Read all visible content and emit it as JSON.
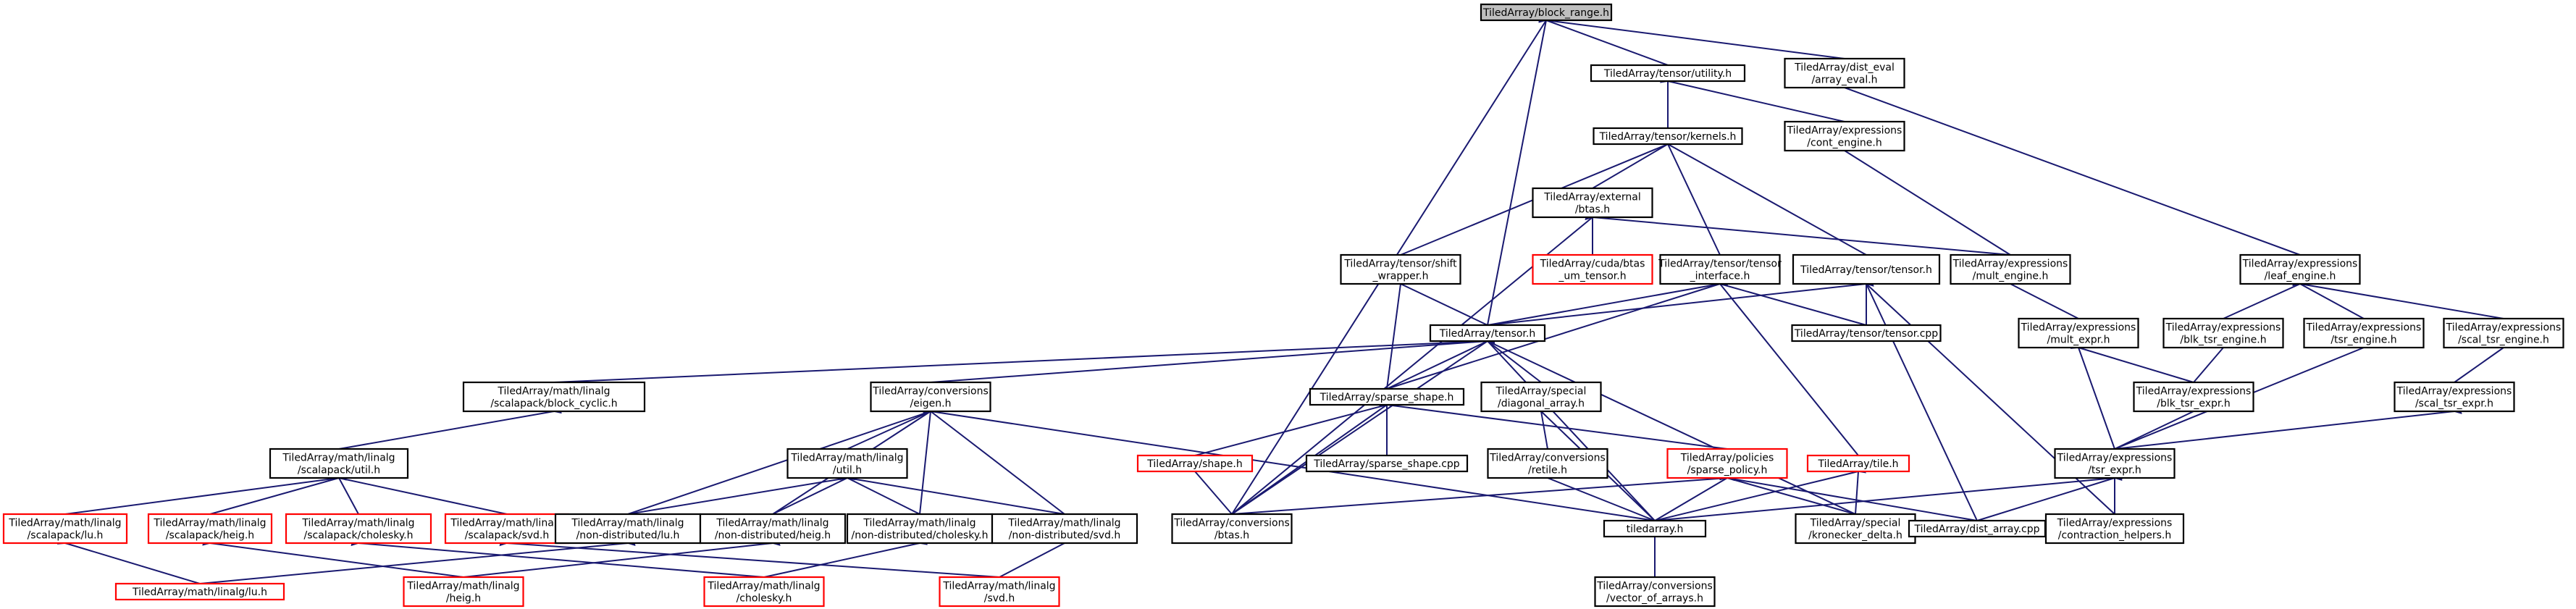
{
  "colors": {
    "edge": "#191970",
    "node_border": "#000000",
    "truncated_border": "#ff0000",
    "root_fill": "#bfbfbf",
    "background": "#ffffff"
  },
  "nodes": [
    {
      "id": "block_range",
      "lines": [
        "TiledArray/block_range.h"
      ],
      "style": "root"
    },
    {
      "id": "tensor_utility",
      "lines": [
        "TiledArray/tensor/utility.h"
      ],
      "style": "normal"
    },
    {
      "id": "dist_eval_array_eval",
      "lines": [
        "TiledArray/dist_eval",
        "/array_eval.h"
      ],
      "style": "normal"
    },
    {
      "id": "tensor_kernels",
      "lines": [
        "TiledArray/tensor/kernels.h"
      ],
      "style": "normal"
    },
    {
      "id": "expr_cont_engine",
      "lines": [
        "TiledArray/expressions",
        "/cont_engine.h"
      ],
      "style": "normal"
    },
    {
      "id": "external_btas",
      "lines": [
        "TiledArray/external",
        "/btas.h"
      ],
      "style": "normal"
    },
    {
      "id": "cuda_btas",
      "lines": [
        "TiledArray/cuda/btas",
        "_um_tensor.h"
      ],
      "style": "truncated"
    },
    {
      "id": "tensor_shift_wrapper",
      "lines": [
        "TiledArray/tensor/shift",
        "_wrapper.h"
      ],
      "style": "normal"
    },
    {
      "id": "tensor_tensor_interface",
      "lines": [
        "TiledArray/tensor/tensor",
        "_interface.h"
      ],
      "style": "normal"
    },
    {
      "id": "tensor_tensor_h",
      "lines": [
        "TiledArray/tensor/tensor.h"
      ],
      "style": "normal"
    },
    {
      "id": "expr_mult_engine",
      "lines": [
        "TiledArray/expressions",
        "/mult_engine.h"
      ],
      "style": "normal"
    },
    {
      "id": "expr_leaf_engine",
      "lines": [
        "TiledArray/expressions",
        "/leaf_engine.h"
      ],
      "style": "normal"
    },
    {
      "id": "tensor_h",
      "lines": [
        "TiledArray/tensor.h"
      ],
      "style": "normal"
    },
    {
      "id": "tensor_cpp",
      "lines": [
        "TiledArray/tensor/tensor.cpp"
      ],
      "style": "normal"
    },
    {
      "id": "expr_mult_expr",
      "lines": [
        "TiledArray/expressions",
        "/mult_expr.h"
      ],
      "style": "normal"
    },
    {
      "id": "expr_blk_tsr_engine",
      "lines": [
        "TiledArray/expressions",
        "/blk_tsr_engine.h"
      ],
      "style": "normal"
    },
    {
      "id": "expr_tsr_engine",
      "lines": [
        "TiledArray/expressions",
        "/tsr_engine.h"
      ],
      "style": "normal"
    },
    {
      "id": "expr_scal_tsr_engine",
      "lines": [
        "TiledArray/expressions",
        "/scal_tsr_engine.h"
      ],
      "style": "normal"
    },
    {
      "id": "scalapack_block_cyclic",
      "lines": [
        "TiledArray/math/linalg",
        "/scalapack/block_cyclic.h"
      ],
      "style": "normal"
    },
    {
      "id": "conversions_eigen",
      "lines": [
        "TiledArray/conversions",
        "/eigen.h"
      ],
      "style": "normal"
    },
    {
      "id": "sparse_shape_h",
      "lines": [
        "TiledArray/sparse_shape.h"
      ],
      "style": "normal"
    },
    {
      "id": "special_diagonal_array",
      "lines": [
        "TiledArray/special",
        "/diagonal_array.h"
      ],
      "style": "normal"
    },
    {
      "id": "expr_blk_tsr_expr",
      "lines": [
        "TiledArray/expressions",
        "/blk_tsr_expr.h"
      ],
      "style": "normal"
    },
    {
      "id": "expr_scal_tsr_expr",
      "lines": [
        "TiledArray/expressions",
        "/scal_tsr_expr.h"
      ],
      "style": "normal"
    },
    {
      "id": "scalapack_util",
      "lines": [
        "TiledArray/math/linalg",
        "/scalapack/util.h"
      ],
      "style": "normal"
    },
    {
      "id": "linalg_util",
      "lines": [
        "TiledArray/math/linalg",
        "/util.h"
      ],
      "style": "normal"
    },
    {
      "id": "shape_h",
      "lines": [
        "TiledArray/shape.h"
      ],
      "style": "truncated"
    },
    {
      "id": "sparse_shape_cpp",
      "lines": [
        "TiledArray/sparse_shape.cpp"
      ],
      "style": "normal"
    },
    {
      "id": "conversions_retile",
      "lines": [
        "TiledArray/conversions",
        "/retile.h"
      ],
      "style": "normal"
    },
    {
      "id": "policies_sparse_policy",
      "lines": [
        "TiledArray/policies",
        "/sparse_policy.h"
      ],
      "style": "truncated"
    },
    {
      "id": "tile_h",
      "lines": [
        "TiledArray/tile.h"
      ],
      "style": "truncated"
    },
    {
      "id": "expr_tsr_expr",
      "lines": [
        "TiledArray/expressions",
        "/tsr_expr.h"
      ],
      "style": "normal"
    },
    {
      "id": "scalapack_lu",
      "lines": [
        "TiledArray/math/linalg",
        "/scalapack/lu.h"
      ],
      "style": "truncated"
    },
    {
      "id": "scalapack_heig",
      "lines": [
        "TiledArray/math/linalg",
        "/scalapack/heig.h"
      ],
      "style": "truncated"
    },
    {
      "id": "scalapack_cholesky",
      "lines": [
        "TiledArray/math/linalg",
        "/scalapack/cholesky.h"
      ],
      "style": "truncated"
    },
    {
      "id": "scalapack_svd",
      "lines": [
        "TiledArray/math/linalg",
        "/scalapack/svd.h"
      ],
      "style": "truncated"
    },
    {
      "id": "nondist_lu",
      "lines": [
        "TiledArray/math/linalg",
        "/non-distributed/lu.h"
      ],
      "style": "normal"
    },
    {
      "id": "nondist_heig",
      "lines": [
        "TiledArray/math/linalg",
        "/non-distributed/heig.h"
      ],
      "style": "normal"
    },
    {
      "id": "nondist_cholesky",
      "lines": [
        "TiledArray/math/linalg",
        "/non-distributed/cholesky.h"
      ],
      "style": "normal"
    },
    {
      "id": "nondist_svd",
      "lines": [
        "TiledArray/math/linalg",
        "/non-distributed/svd.h"
      ],
      "style": "normal"
    },
    {
      "id": "conversions_btas",
      "lines": [
        "TiledArray/conversions",
        "/btas.h"
      ],
      "style": "normal"
    },
    {
      "id": "tiledarray_h",
      "lines": [
        "tiledarray.h"
      ],
      "style": "normal"
    },
    {
      "id": "special_kronecker_delta",
      "lines": [
        "TiledArray/special",
        "/kronecker_delta.h"
      ],
      "style": "normal"
    },
    {
      "id": "dist_array_cpp",
      "lines": [
        "TiledArray/dist_array.cpp"
      ],
      "style": "normal"
    },
    {
      "id": "expr_contraction_helpers",
      "lines": [
        "TiledArray/expressions",
        "/contraction_helpers.h"
      ],
      "style": "normal"
    },
    {
      "id": "linalg_lu",
      "lines": [
        "TiledArray/math/linalg/lu.h"
      ],
      "style": "truncated"
    },
    {
      "id": "linalg_heig",
      "lines": [
        "TiledArray/math/linalg",
        "/heig.h"
      ],
      "style": "truncated"
    },
    {
      "id": "linalg_cholesky",
      "lines": [
        "TiledArray/math/linalg",
        "/cholesky.h"
      ],
      "style": "truncated"
    },
    {
      "id": "linalg_svd",
      "lines": [
        "TiledArray/math/linalg",
        "/svd.h"
      ],
      "style": "truncated"
    },
    {
      "id": "conversions_vector_of_arrays",
      "lines": [
        "TiledArray/conversions",
        "/vector_of_arrays.h"
      ],
      "style": "normal"
    }
  ],
  "edges": [
    [
      "block_range",
      "tensor_utility"
    ],
    [
      "block_range",
      "dist_eval_array_eval"
    ],
    [
      "block_range",
      "tensor_h"
    ],
    [
      "block_range",
      "conversions_btas"
    ],
    [
      "tensor_utility",
      "tensor_kernels"
    ],
    [
      "tensor_utility",
      "expr_cont_engine"
    ],
    [
      "dist_eval_array_eval",
      "expr_leaf_engine"
    ],
    [
      "tensor_kernels",
      "external_btas"
    ],
    [
      "tensor_kernels",
      "tensor_shift_wrapper"
    ],
    [
      "tensor_kernels",
      "tensor_tensor_interface"
    ],
    [
      "tensor_kernels",
      "tensor_tensor_h"
    ],
    [
      "expr_cont_engine",
      "expr_mult_engine"
    ],
    [
      "external_btas",
      "cuda_btas"
    ],
    [
      "external_btas",
      "expr_mult_engine"
    ],
    [
      "external_btas",
      "conversions_btas"
    ],
    [
      "tensor_shift_wrapper",
      "tensor_h"
    ],
    [
      "tensor_shift_wrapper",
      "sparse_shape_h"
    ],
    [
      "tensor_tensor_interface",
      "tensor_h"
    ],
    [
      "tensor_tensor_interface",
      "tensor_cpp"
    ],
    [
      "tensor_tensor_interface",
      "sparse_shape_h"
    ],
    [
      "tensor_tensor_interface",
      "tile_h"
    ],
    [
      "tensor_tensor_h",
      "tensor_h"
    ],
    [
      "tensor_tensor_h",
      "tensor_cpp"
    ],
    [
      "tensor_tensor_h",
      "dist_array_cpp"
    ],
    [
      "tensor_tensor_h",
      "expr_contraction_helpers"
    ],
    [
      "expr_mult_engine",
      "expr_mult_expr"
    ],
    [
      "expr_leaf_engine",
      "expr_blk_tsr_engine"
    ],
    [
      "expr_leaf_engine",
      "expr_tsr_engine"
    ],
    [
      "expr_leaf_engine",
      "expr_scal_tsr_engine"
    ],
    [
      "tensor_h",
      "scalapack_block_cyclic"
    ],
    [
      "tensor_h",
      "conversions_eigen"
    ],
    [
      "tensor_h",
      "sparse_shape_h"
    ],
    [
      "tensor_h",
      "special_diagonal_array"
    ],
    [
      "tensor_h",
      "conversions_btas"
    ],
    [
      "tensor_h",
      "tiledarray_h"
    ],
    [
      "tensor_h",
      "special_kronecker_delta"
    ],
    [
      "expr_mult_expr",
      "expr_blk_tsr_expr"
    ],
    [
      "expr_mult_expr",
      "expr_tsr_expr"
    ],
    [
      "expr_blk_tsr_engine",
      "expr_blk_tsr_expr"
    ],
    [
      "expr_tsr_engine",
      "expr_tsr_expr"
    ],
    [
      "expr_scal_tsr_engine",
      "expr_scal_tsr_expr"
    ],
    [
      "scalapack_block_cyclic",
      "scalapack_util"
    ],
    [
      "conversions_eigen",
      "linalg_util"
    ],
    [
      "conversions_eigen",
      "nondist_lu"
    ],
    [
      "conversions_eigen",
      "nondist_heig"
    ],
    [
      "conversions_eigen",
      "nondist_cholesky"
    ],
    [
      "conversions_eigen",
      "nondist_svd"
    ],
    [
      "conversions_eigen",
      "tiledarray_h"
    ],
    [
      "sparse_shape_h",
      "shape_h"
    ],
    [
      "sparse_shape_h",
      "sparse_shape_cpp"
    ],
    [
      "sparse_shape_h",
      "policies_sparse_policy"
    ],
    [
      "sparse_shape_h",
      "conversions_btas"
    ],
    [
      "special_diagonal_array",
      "conversions_retile"
    ],
    [
      "special_diagonal_array",
      "tiledarray_h"
    ],
    [
      "expr_blk_tsr_expr",
      "expr_tsr_expr"
    ],
    [
      "expr_scal_tsr_expr",
      "expr_tsr_expr"
    ],
    [
      "scalapack_util",
      "scalapack_lu"
    ],
    [
      "scalapack_util",
      "scalapack_heig"
    ],
    [
      "scalapack_util",
      "scalapack_cholesky"
    ],
    [
      "scalapack_util",
      "scalapack_svd"
    ],
    [
      "linalg_util",
      "nondist_lu"
    ],
    [
      "linalg_util",
      "nondist_heig"
    ],
    [
      "linalg_util",
      "nondist_cholesky"
    ],
    [
      "linalg_util",
      "nondist_svd"
    ],
    [
      "shape_h",
      "conversions_btas"
    ],
    [
      "conversions_retile",
      "tiledarray_h"
    ],
    [
      "policies_sparse_policy",
      "conversions_btas"
    ],
    [
      "policies_sparse_policy",
      "tiledarray_h"
    ],
    [
      "policies_sparse_policy",
      "special_kronecker_delta"
    ],
    [
      "policies_sparse_policy",
      "dist_array_cpp"
    ],
    [
      "tile_h",
      "tiledarray_h"
    ],
    [
      "tile_h",
      "special_kronecker_delta"
    ],
    [
      "expr_tsr_expr",
      "tiledarray_h"
    ],
    [
      "expr_tsr_expr",
      "dist_array_cpp"
    ],
    [
      "expr_tsr_expr",
      "expr_contraction_helpers"
    ],
    [
      "scalapack_lu",
      "linalg_lu"
    ],
    [
      "scalapack_heig",
      "linalg_heig"
    ],
    [
      "scalapack_cholesky",
      "linalg_cholesky"
    ],
    [
      "scalapack_svd",
      "linalg_svd"
    ],
    [
      "nondist_lu",
      "linalg_lu"
    ],
    [
      "nondist_heig",
      "linalg_heig"
    ],
    [
      "nondist_cholesky",
      "linalg_cholesky"
    ],
    [
      "nondist_svd",
      "linalg_svd"
    ],
    [
      "tiledarray_h",
      "conversions_vector_of_arrays"
    ]
  ]
}
